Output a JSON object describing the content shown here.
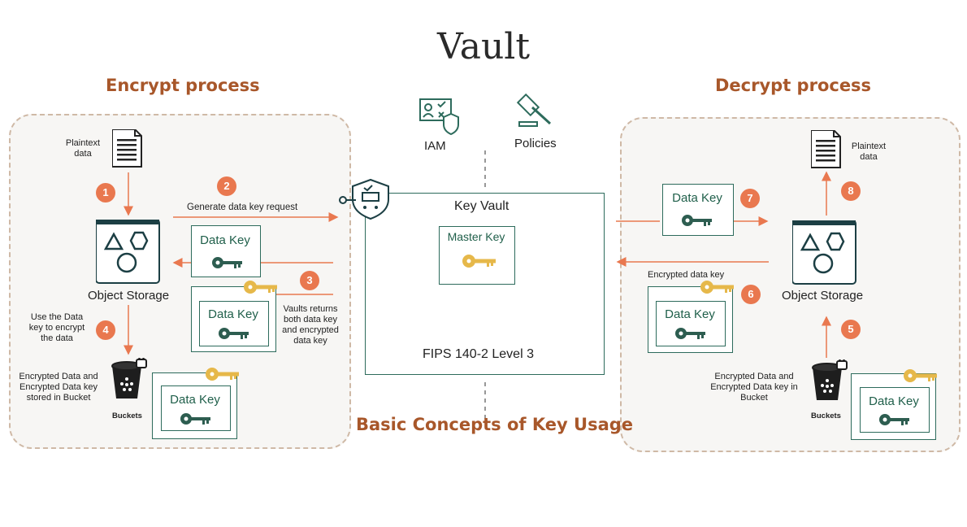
{
  "title": "Vault",
  "encrypt_title": "Encrypt process",
  "decrypt_title": "Decrypt process",
  "bottom_title": "Basic Concepts of Key Usage",
  "iam_label": "IAM",
  "policies_label": "Policies",
  "key_vault_label": "Key Vault",
  "master_key_label": "Master Key",
  "fips_label": "FIPS 140-2 Level 3",
  "encrypt": {
    "plaintext_label": "Plaintext data",
    "object_storage_label": "Object Storage",
    "step2_label": "Generate data key request",
    "step3_label": "Vaults returns both data key and encrypted data key",
    "step4_label": "Use the Data key to encrypt the data",
    "bucket_note": "Encrypted Data and Encrypted Data key stored in Bucket",
    "buckets_label": "Buckets",
    "data_key_label": "Data Key"
  },
  "decrypt": {
    "plaintext_label": "Plaintext data",
    "object_storage_label": "Object Storage",
    "encrypted_data_key_label": "Encrypted data key",
    "bucket_note": "Encrypted Data and Encrypted Data key in Bucket",
    "buckets_label": "Buckets",
    "data_key_label": "Data Key"
  },
  "steps": [
    "1",
    "2",
    "3",
    "4",
    "5",
    "6",
    "7",
    "8"
  ],
  "colors": {
    "accent": "#e9784f",
    "heading": "#a8572a",
    "teal": "#2d6b5c",
    "gold": "#e6b84a"
  }
}
